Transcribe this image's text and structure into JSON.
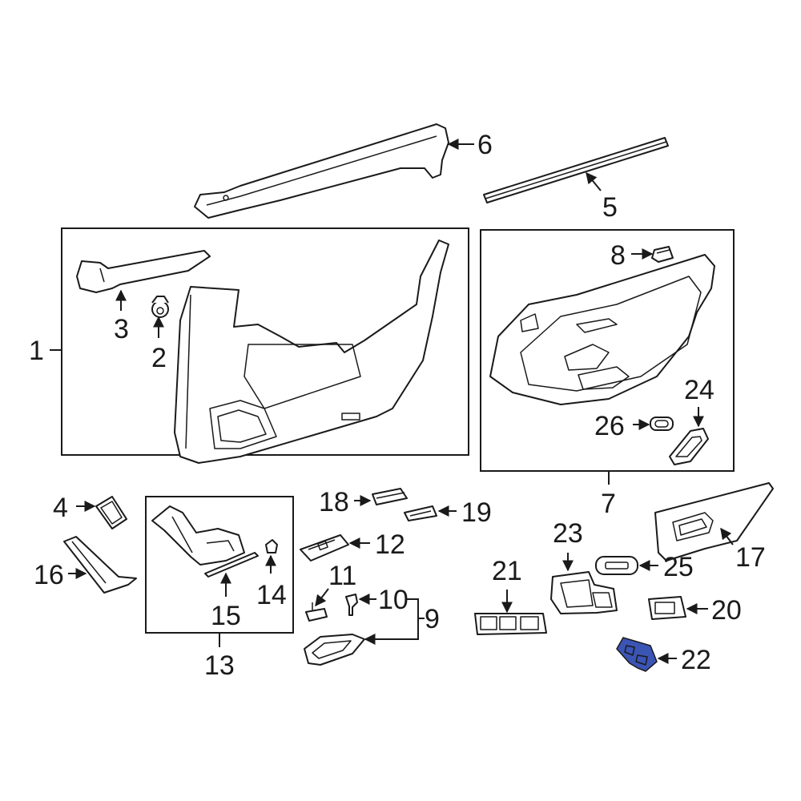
{
  "diagram": {
    "highlight_color": "#3b55b5",
    "callouts": {
      "c1": "1",
      "c2": "2",
      "c3": "3",
      "c4": "4",
      "c5": "5",
      "c6": "6",
      "c7": "7",
      "c8": "8",
      "c9": "9",
      "c10": "10",
      "c11": "11",
      "c12": "12",
      "c13": "13",
      "c14": "14",
      "c15": "15",
      "c16": "16",
      "c17": "17",
      "c18": "18",
      "c19": "19",
      "c20": "20",
      "c21": "21",
      "c22": "22",
      "c23": "23",
      "c24": "24",
      "c25": "25",
      "c26": "26"
    }
  }
}
